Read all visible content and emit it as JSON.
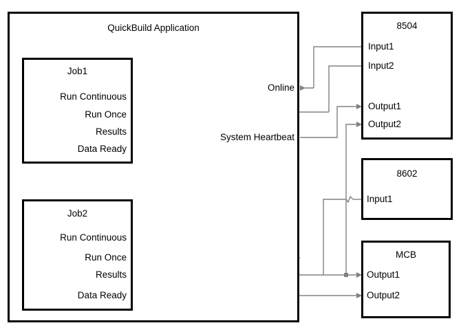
{
  "diagram": {
    "title": "QuickBuild Application",
    "line_color": "#808080",
    "box_border_color": "#000000",
    "background": "#ffffff"
  },
  "container": {
    "label": "QuickBuild Application"
  },
  "job1": {
    "title": "Job1",
    "ports": [
      {
        "label": "Run Continuous"
      },
      {
        "label": "Run Once"
      },
      {
        "label": "Results"
      },
      {
        "label": "Data Ready"
      }
    ]
  },
  "job2": {
    "title": "Job2",
    "ports": [
      {
        "label": "Run Continuous"
      },
      {
        "label": "Run Once"
      },
      {
        "label": "Results"
      },
      {
        "label": "Data Ready"
      }
    ]
  },
  "container_signals": [
    {
      "label": "Online"
    },
    {
      "label": "System Heartbeat"
    }
  ],
  "device_8504": {
    "title": "8504",
    "ports": [
      {
        "label": "Input1"
      },
      {
        "label": "Input2"
      },
      {
        "label": "Output1"
      },
      {
        "label": "Output2"
      }
    ]
  },
  "device_8602": {
    "title": "8602",
    "ports": [
      {
        "label": "Input1"
      }
    ]
  },
  "device_mcb": {
    "title": "MCB",
    "ports": [
      {
        "label": "Output1"
      },
      {
        "label": "Output2"
      }
    ]
  }
}
